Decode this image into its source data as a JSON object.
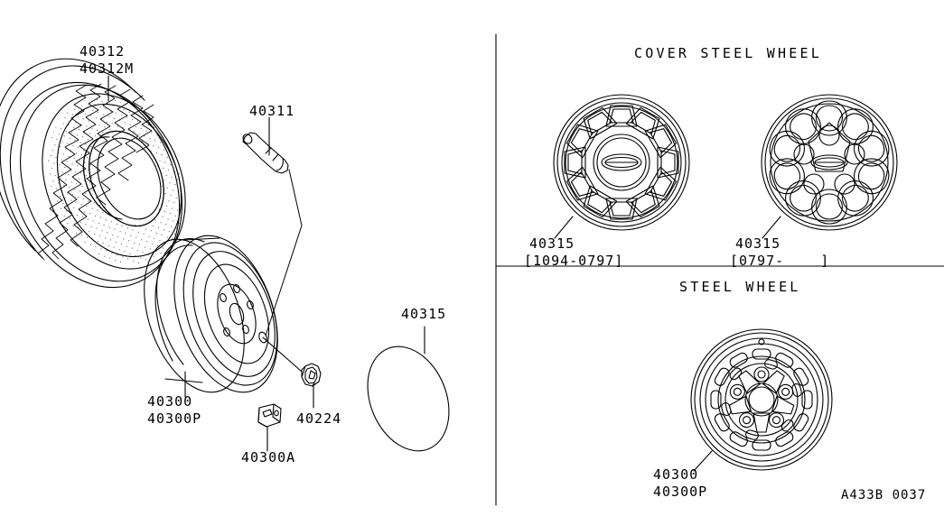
{
  "diagram": {
    "reference_code": "A433B 0037",
    "panels": {
      "cover_steel_wheel_title": "COVER STEEL WHEEL",
      "steel_wheel_title": "STEEL WHEEL"
    }
  },
  "left_panel": {
    "parts": [
      {
        "id": "tire",
        "labels": [
          "40312",
          "40312M"
        ]
      },
      {
        "id": "valve",
        "labels": [
          "40311"
        ]
      },
      {
        "id": "road-wheel",
        "labels": [
          "40300",
          "40300P"
        ]
      },
      {
        "id": "weight-clip",
        "labels": [
          "40300A"
        ]
      },
      {
        "id": "wheel-nut",
        "labels": [
          "40224"
        ]
      },
      {
        "id": "disc-cover",
        "labels": [
          "40315"
        ]
      }
    ],
    "tire_label_line1": "40312",
    "tire_label_line2": "40312M",
    "valve_label": "40311",
    "wheel_label_line1": "40300",
    "wheel_label_line2": "40300P",
    "clip_label": "40300A",
    "nut_label": "40224",
    "cover_label": "40315"
  },
  "cover_panel": {
    "title": "COVER STEEL WHEEL",
    "items": [
      {
        "part_number": "40315",
        "date_range": "[1094-0797]",
        "style": "twelve-slot"
      },
      {
        "part_number": "40315",
        "date_range": "[0797-    ]",
        "style": "ten-teardrop"
      }
    ],
    "item1_part": "40315",
    "item1_range": "[1094-0797]",
    "item2_part": "40315",
    "item2_range": "[0797-    ]"
  },
  "steel_panel": {
    "title": "STEEL WHEEL",
    "part_line1": "40300",
    "part_line2": "40300P"
  },
  "colors": {
    "ink": "#000000",
    "paper": "#ffffff"
  }
}
